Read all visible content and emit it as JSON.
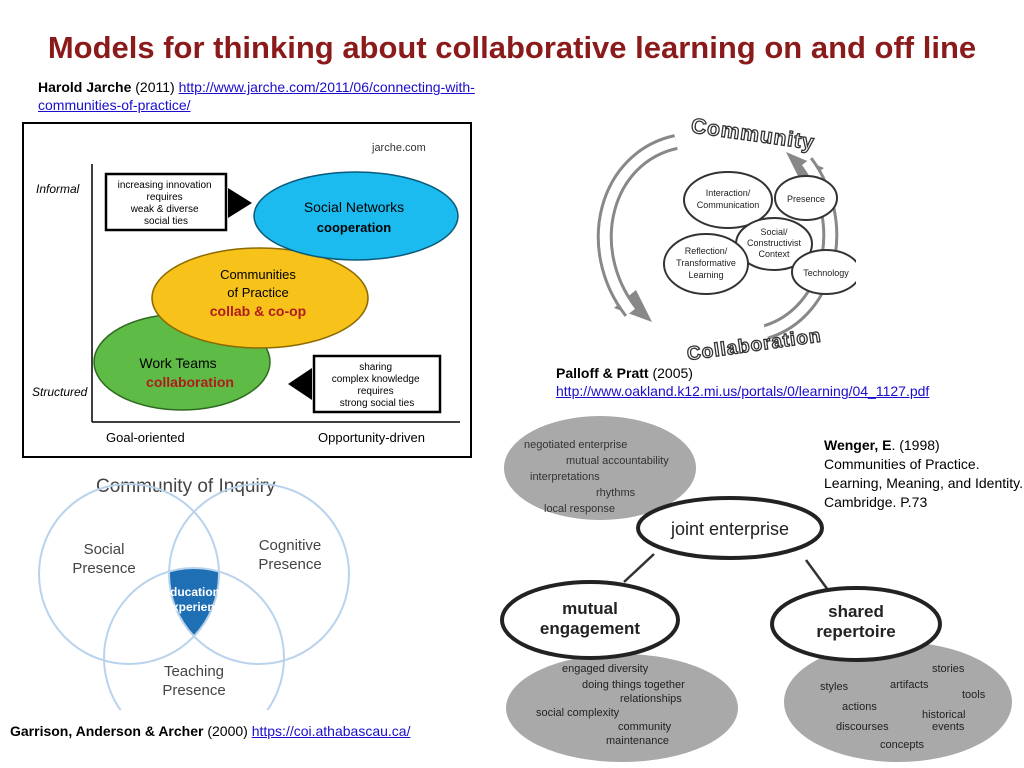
{
  "slide": {
    "title": "Models for thinking about collaborative learning on and off line"
  },
  "colors": {
    "title": "#8b1a1a",
    "link": "#1a0dcc",
    "social_networks": "#1bbbef",
    "communities_of_practice": "#f7c21a",
    "work_teams": "#5dbb46",
    "coi_accent": "#1f6fb5"
  },
  "citations": {
    "jarche": {
      "author": "Harold Jarche",
      "year": " (2011) ",
      "url": "http://www.jarche.com/2011/06/connecting-with-communities-of-practice/"
    },
    "palloff": {
      "author": "Palloff & Pratt",
      "year": " (2005)",
      "url": "http://www.oakland.k12.mi.us/portals/0/learning/04_1127.pdf"
    },
    "wenger": {
      "author": "Wenger, E",
      "rest": ". (1998) Communities of Practice. Learning, Meaning, and Identity.  Cambridge. P.73"
    },
    "garrison": {
      "author": "Garrison, Anderson & Archer",
      "year": " (2000) ",
      "url": "https://coi.athabascau.ca/"
    }
  },
  "jarche_diagram": {
    "source": "jarche.com",
    "y_labels": {
      "top": "Informal",
      "bottom": "Structured"
    },
    "x_labels": {
      "left": "Goal-oriented",
      "right": "Opportunity-driven"
    },
    "box_top": [
      "increasing innovation",
      "requires",
      "weak & diverse",
      "social ties"
    ],
    "box_bottom": [
      "sharing",
      "complex knowledge",
      "requires",
      "strong social ties"
    ],
    "social_networks": {
      "name": "Social Networks",
      "mode": "cooperation"
    },
    "communities": {
      "name1": "Communities",
      "name2": "of Practice",
      "mode": "collab & co-op"
    },
    "work_teams": {
      "name": "Work Teams",
      "mode": "collaboration"
    }
  },
  "palloff_diagram": {
    "top_word": "Community",
    "bottom_word": "Collaboration",
    "nodes": {
      "interaction": [
        "Interaction/",
        "Communication"
      ],
      "presence": [
        "Presence"
      ],
      "social": [
        "Social/",
        "Constructivist",
        "Context"
      ],
      "reflection": [
        "Reflection/",
        "Transformative",
        "Learning"
      ],
      "technology": [
        "Technology"
      ]
    }
  },
  "coi_diagram": {
    "title": "Community of Inquiry",
    "social": [
      "Social",
      "Presence"
    ],
    "cognitive": [
      "Cognitive",
      "Presence"
    ],
    "teaching": [
      "Teaching",
      "Presence"
    ],
    "center": [
      "Educational",
      "Experience"
    ]
  },
  "wenger_diagram": {
    "joint_enterprise": "joint enterprise",
    "mutual_engagement": [
      "mutual",
      "engagement"
    ],
    "shared_repertoire": [
      "shared",
      "repertoire"
    ],
    "je_items": [
      "negotiated enterprise",
      "mutual accountability",
      "interpretations",
      "rhythms",
      "local response"
    ],
    "me_items": [
      "engaged diversity",
      "doing things together",
      "relationships",
      "social complexity",
      "community",
      "maintenance"
    ],
    "sr_items": [
      "stories",
      "styles",
      "artifacts",
      "tools",
      "actions",
      "historical",
      "events",
      "discourses",
      "concepts"
    ]
  }
}
